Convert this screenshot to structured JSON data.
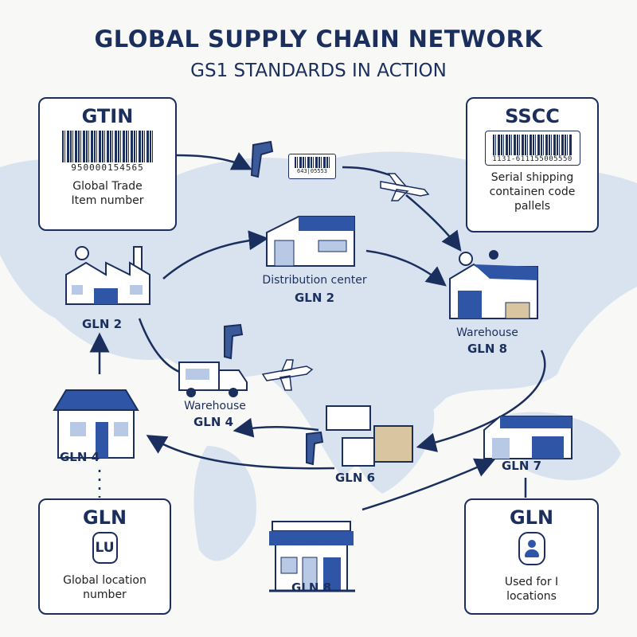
{
  "header": {
    "title": "GLOBAL SUPPLY CHAIN NETWORK",
    "subtitle": "GS1 STANDARDS IN ACTION"
  },
  "cards": {
    "gtin": {
      "title": "GTIN",
      "code": "950000154565",
      "desc_line1": "Global Trade",
      "desc_line2": "Item number"
    },
    "sscc": {
      "title": "SSCC",
      "code": "1131-611155005550",
      "desc_line1": "Serial shipping",
      "desc_line2": "containen  code",
      "desc_line3": "pallels"
    },
    "gln_left": {
      "title": "GLN",
      "badge": "LU",
      "desc_line1": "Global location",
      "desc_line2": "number"
    },
    "gln_right": {
      "title": "GLN",
      "icon": "person-icon",
      "desc_line1": "Used for  I",
      "desc_line2": "locations"
    }
  },
  "scanned_label_code": "643|05553",
  "nodes": {
    "factory": {
      "label": "GLN 2"
    },
    "distribution": {
      "name": "Distribution center",
      "label": "GLN 2"
    },
    "warehouse_right": {
      "name": "Warehouse",
      "label": "GLN 8"
    },
    "warehouse_left": {
      "name": "Warehouse",
      "label": "GLN 4"
    },
    "shop_left": {
      "label": "GLN 4"
    },
    "pallets": {
      "label": "GLN 6"
    },
    "warehouse_small": {
      "label": "GLN 7"
    },
    "store": {
      "label": "GLN 8"
    }
  },
  "colors": {
    "navy": "#1b2f5e",
    "blue": "#2f56a6",
    "light": "#b8c9e6",
    "map": "#d8e3ef"
  }
}
